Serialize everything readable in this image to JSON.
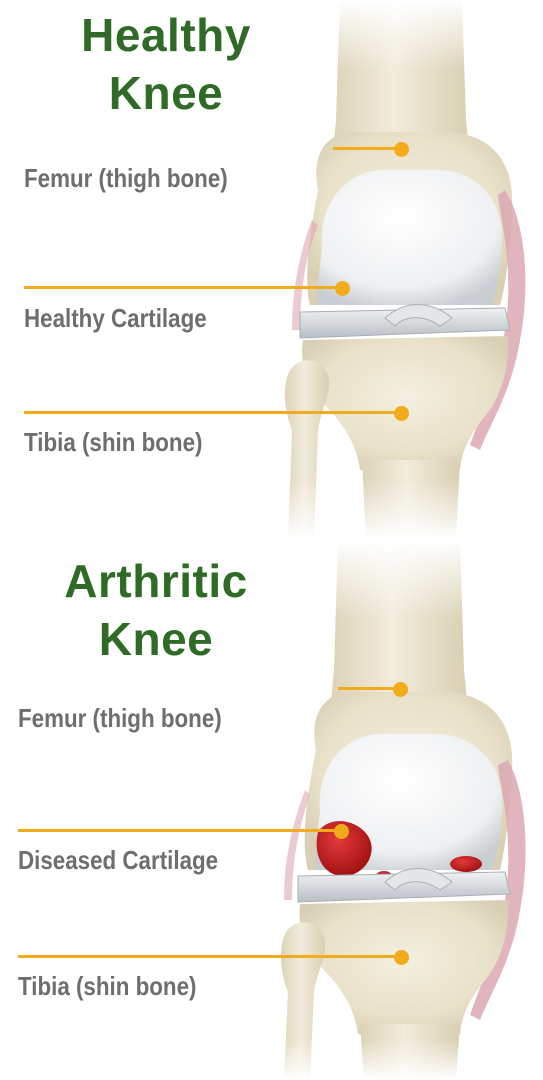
{
  "colors": {
    "title": "#2f6a27",
    "label": "#6e6e6e",
    "leader": "#f2ab1a",
    "bone": "#ebe4cf",
    "cartilage": "#f5f6f7",
    "meniscus": "#d3d7db",
    "ligament": "#dba8b2",
    "damage": "#c81a1a"
  },
  "healthy": {
    "title_line1": "Healthy",
    "title_line2": "Knee",
    "labels": {
      "femur": "Femur (thigh bone)",
      "cartilage": "Healthy Cartilage",
      "tibia": "Tibia (shin bone)"
    }
  },
  "arthritic": {
    "title_line1": "Arthritic",
    "title_line2": "Knee",
    "labels": {
      "femur": "Femur (thigh bone)",
      "cartilage": "Diseased Cartilage",
      "tibia": "Tibia (shin bone)"
    }
  }
}
